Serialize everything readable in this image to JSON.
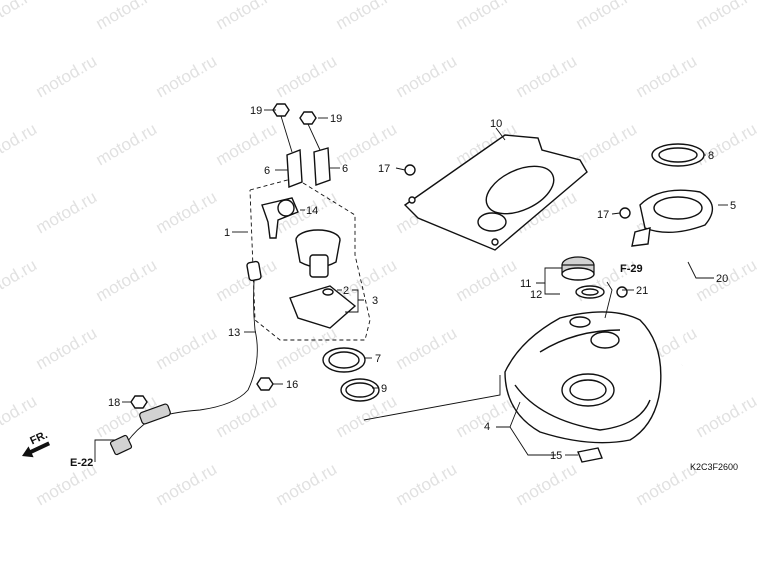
{
  "diagram": {
    "watermark": "motod.ru",
    "diagram_code": "K2C3F2600",
    "refs": {
      "fr": "FR.",
      "e22": "E-22",
      "f29": "F-29"
    },
    "callouts": [
      {
        "id": "c1",
        "label": "1"
      },
      {
        "id": "c2",
        "label": "2"
      },
      {
        "id": "c3",
        "label": "3"
      },
      {
        "id": "c4",
        "label": "4"
      },
      {
        "id": "c5",
        "label": "5"
      },
      {
        "id": "c6a",
        "label": "6"
      },
      {
        "id": "c6b",
        "label": "6"
      },
      {
        "id": "c7",
        "label": "7"
      },
      {
        "id": "c8",
        "label": "8"
      },
      {
        "id": "c9",
        "label": "9"
      },
      {
        "id": "c10",
        "label": "10"
      },
      {
        "id": "c11",
        "label": "11"
      },
      {
        "id": "c12",
        "label": "12"
      },
      {
        "id": "c13",
        "label": "13"
      },
      {
        "id": "c14",
        "label": "14"
      },
      {
        "id": "c15",
        "label": "15"
      },
      {
        "id": "c16",
        "label": "16"
      },
      {
        "id": "c17a",
        "label": "17"
      },
      {
        "id": "c17b",
        "label": "17"
      },
      {
        "id": "c18",
        "label": "18"
      },
      {
        "id": "c19a",
        "label": "19"
      },
      {
        "id": "c19b",
        "label": "19"
      },
      {
        "id": "c20",
        "label": "20"
      },
      {
        "id": "c21",
        "label": "21"
      }
    ]
  }
}
